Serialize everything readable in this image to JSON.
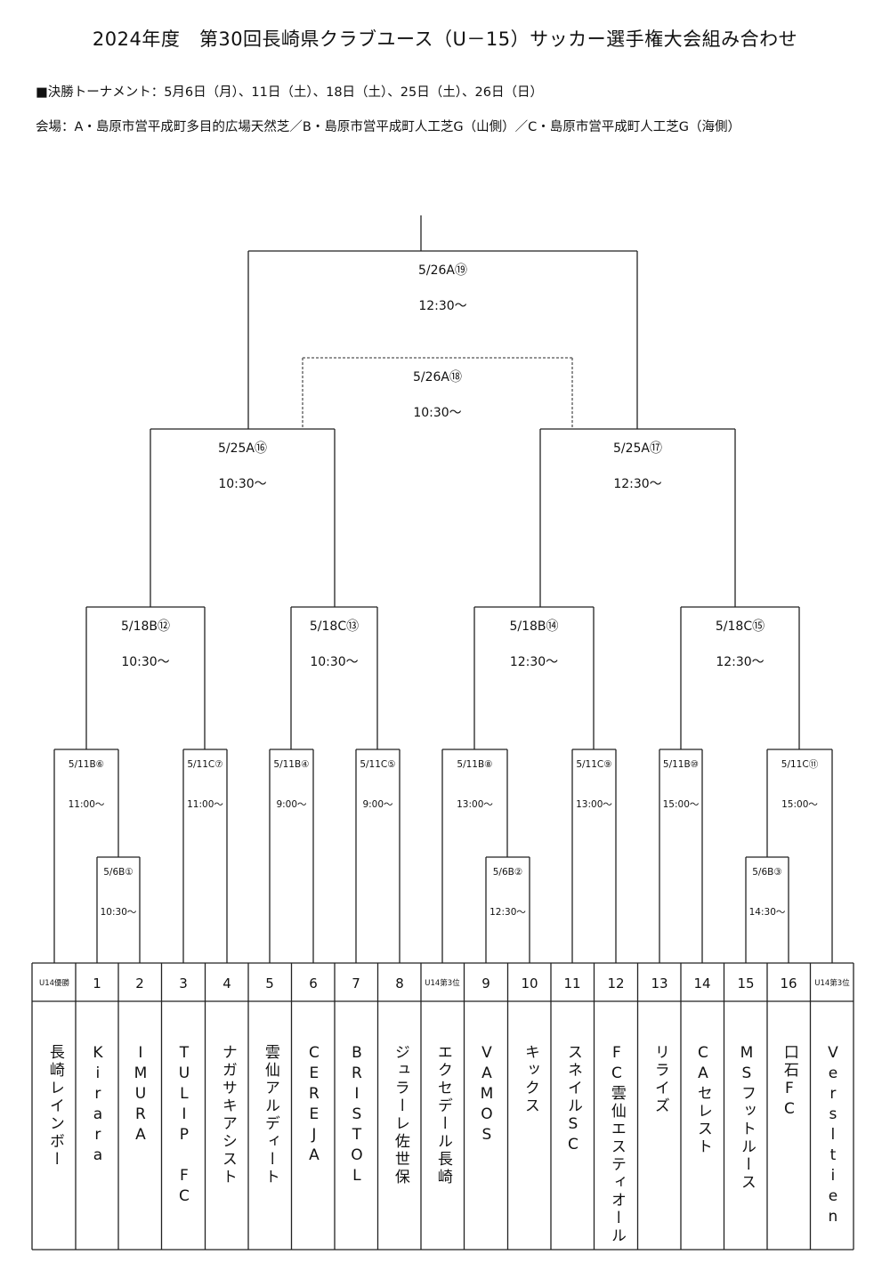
{
  "header": {
    "title": "2024年度　第30回長崎県クラブユース（U－15）サッカー選手権大会組み合わせ",
    "schedule": "■決勝トーナメント：5月6日（月）、11日（土）、18日（土）、25日（土）、26日（日）",
    "venues": "会場：A・島原市営平成町多目的広場天然芝／B・島原市営平成町人工芝G（山側）／C・島原市営平成町人工芝G（海側）"
  },
  "matches": [
    {
      "id": "m1",
      "date": "5/6B①",
      "time": "10:30～"
    },
    {
      "id": "m2",
      "date": "5/6B②",
      "time": "12:30～"
    },
    {
      "id": "m3",
      "date": "5/6B③",
      "time": "14:30～"
    },
    {
      "id": "m4",
      "date": "5/11B④",
      "time": "9:00～"
    },
    {
      "id": "m5",
      "date": "5/11C⑤",
      "time": "9:00～"
    },
    {
      "id": "m6",
      "date": "5/11B⑥",
      "time": "11:00～"
    },
    {
      "id": "m7",
      "date": "5/11C⑦",
      "time": "11:00～"
    },
    {
      "id": "m8",
      "date": "5/11B⑧",
      "time": "13:00～"
    },
    {
      "id": "m9",
      "date": "5/11C⑨",
      "time": "13:00～"
    },
    {
      "id": "m10",
      "date": "5/11B⑩",
      "time": "15:00～"
    },
    {
      "id": "m11",
      "date": "5/11C⑪",
      "time": "15:00～"
    },
    {
      "id": "m12",
      "date": "5/18B⑫",
      "time": "10:30～"
    },
    {
      "id": "m13",
      "date": "5/18C⑬",
      "time": "10:30～"
    },
    {
      "id": "m14",
      "date": "5/18B⑭",
      "time": "12:30～"
    },
    {
      "id": "m15",
      "date": "5/18C⑮",
      "time": "12:30～"
    },
    {
      "id": "m16",
      "date": "5/25A⑯",
      "time": "10:30～"
    },
    {
      "id": "m17",
      "date": "5/25A⑰",
      "time": "12:30～"
    },
    {
      "id": "m18",
      "date": "5/26A⑱",
      "time": "10:30～"
    },
    {
      "id": "m19",
      "date": "5/26A⑲",
      "time": "12:30～"
    }
  ],
  "slots": [
    {
      "num": "U14優勝",
      "team": "長崎レインボー"
    },
    {
      "num": "1",
      "team": "Kirara"
    },
    {
      "num": "2",
      "team": "IMURA"
    },
    {
      "num": "3",
      "team": "TULIP FC"
    },
    {
      "num": "4",
      "team": "ナガサキアシスト"
    },
    {
      "num": "5",
      "team": "雲仙アルディート"
    },
    {
      "num": "6",
      "team": "CEREJA"
    },
    {
      "num": "7",
      "team": "BRISTOL"
    },
    {
      "num": "8",
      "team": "ジュラーレ佐世保"
    },
    {
      "num": "U14第3位",
      "team": "エクセデール長崎"
    },
    {
      "num": "9",
      "team": "VAMOS"
    },
    {
      "num": "10",
      "team": "キックス"
    },
    {
      "num": "11",
      "team": "スネイルSC"
    },
    {
      "num": "12",
      "team": "FC雲仙エスティオール"
    },
    {
      "num": "13",
      "team": "リライズ"
    },
    {
      "num": "14",
      "team": "CAセレスト"
    },
    {
      "num": "15",
      "team": "MSフットルース"
    },
    {
      "num": "16",
      "team": "口石FC"
    },
    {
      "num": "U14第3位",
      "team": "Versltien"
    }
  ]
}
